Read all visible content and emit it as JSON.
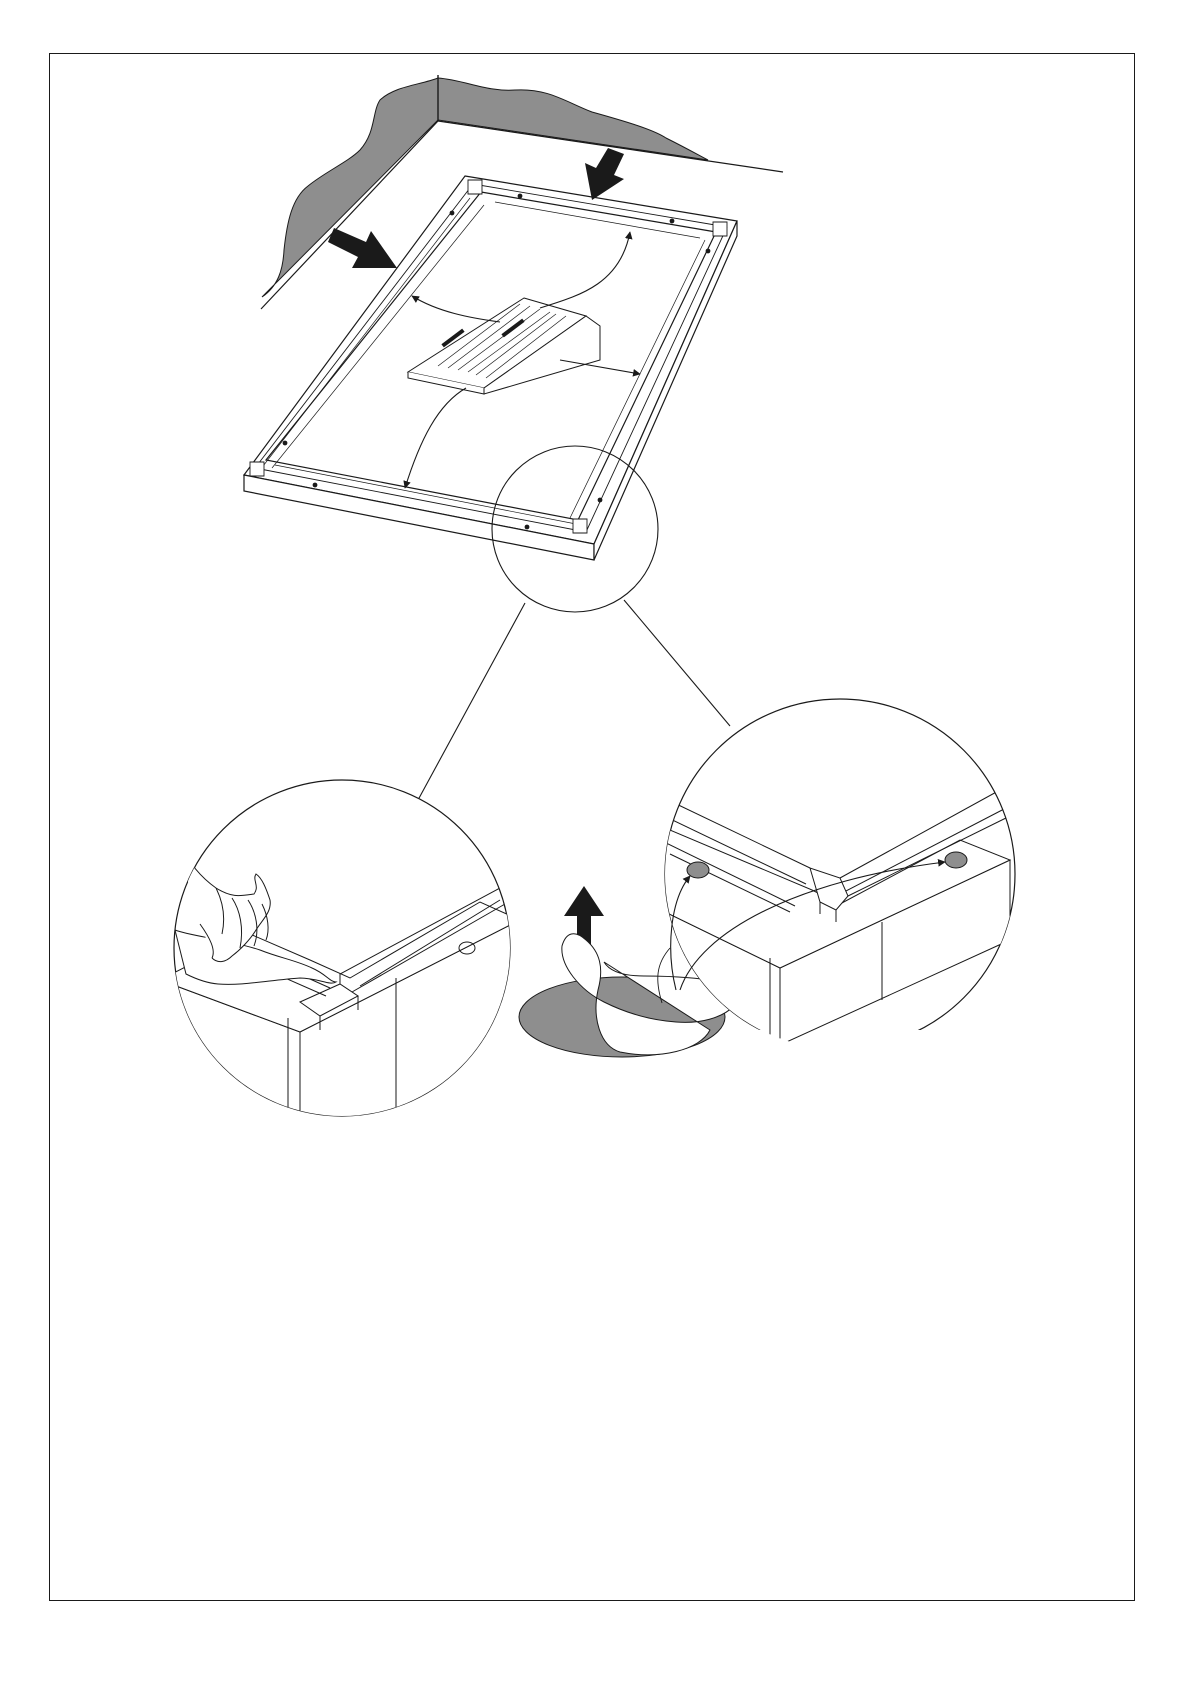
{
  "figure": {
    "kind": "assembly-instruction-illustration",
    "colors": {
      "line": "#1a1a1a",
      "shade": "#8e8e8e",
      "paper": "#ffffff"
    },
    "parts": [
      "ceiling-wall-corner",
      "rectangular-frame",
      "spirit-level",
      "push-arrows",
      "measurement-arrows",
      "detail-circle",
      "cleaning-detail",
      "adhesive-pad",
      "pad-placement-detail"
    ]
  }
}
